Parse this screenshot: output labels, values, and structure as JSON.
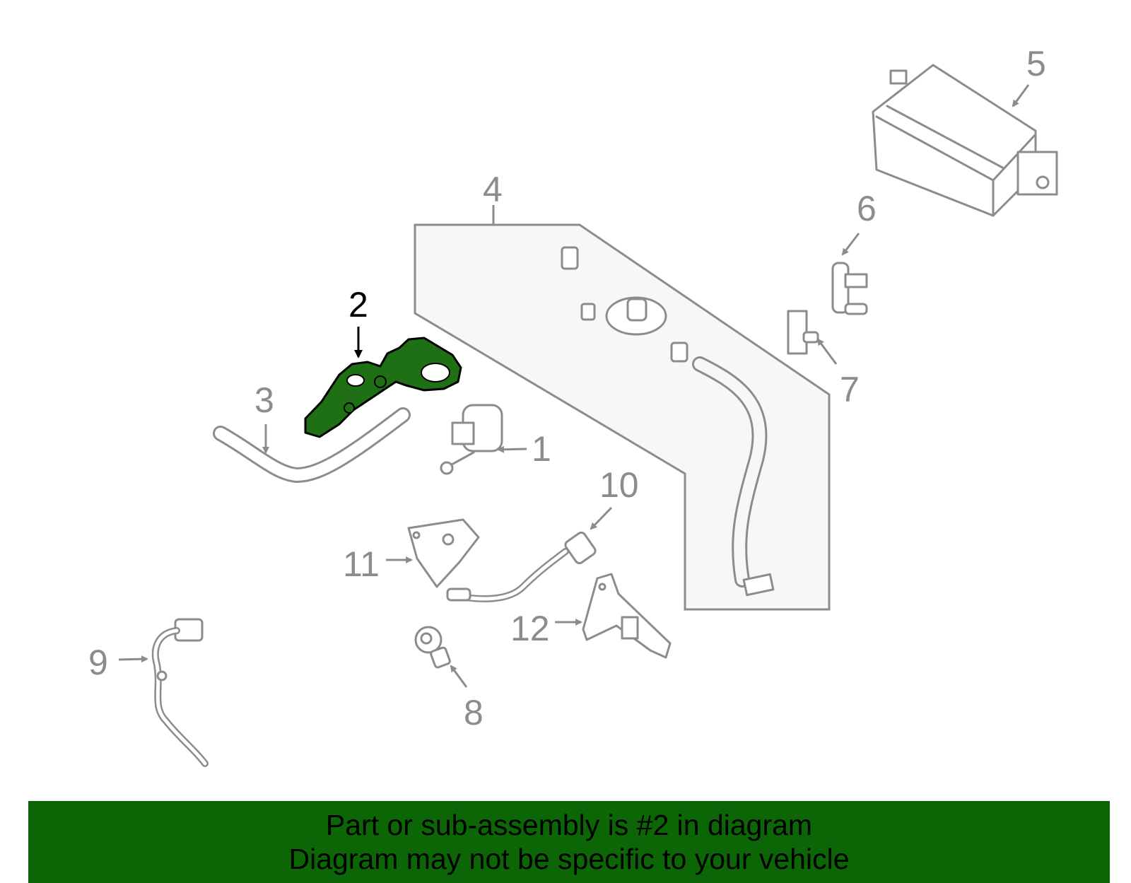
{
  "diagram": {
    "highlighted_part": "2",
    "highlight_color": "#1f6f14",
    "line_color": "#8c8c8c",
    "callouts": [
      {
        "id": "c1",
        "label": "1"
      },
      {
        "id": "c2",
        "label": "2"
      },
      {
        "id": "c3",
        "label": "3"
      },
      {
        "id": "c4",
        "label": "4"
      },
      {
        "id": "c5",
        "label": "5"
      },
      {
        "id": "c6",
        "label": "6"
      },
      {
        "id": "c7",
        "label": "7"
      },
      {
        "id": "c8",
        "label": "8"
      },
      {
        "id": "c9",
        "label": "9"
      },
      {
        "id": "c10",
        "label": "10"
      },
      {
        "id": "c11",
        "label": "11"
      },
      {
        "id": "c12",
        "label": "12"
      }
    ]
  },
  "banner": {
    "background": "#0c6606",
    "line1": "Part or sub-assembly is #2 in diagram",
    "line2": "Diagram may not be specific to your vehicle"
  }
}
